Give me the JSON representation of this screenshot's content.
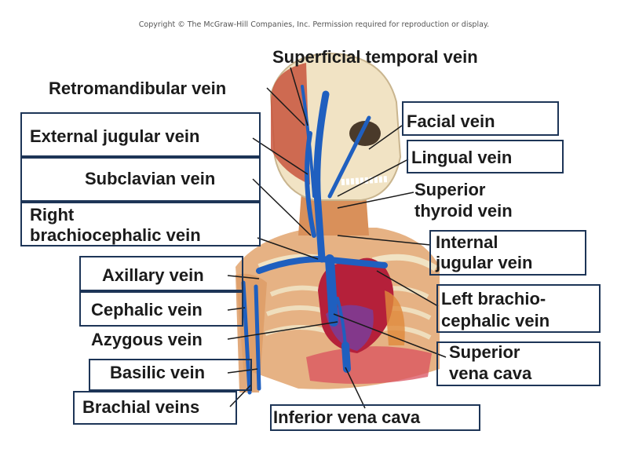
{
  "copyright": "Copyright © The McGraw-Hill Companies, Inc. Permission required for reproduction or display.",
  "colors": {
    "vein": "#1f5fbf",
    "box_border": "#1d3557",
    "heart": "#b5203a",
    "skin": "#e2a56e",
    "bone": "#f1e3c4"
  },
  "labels": {
    "superficial_temporal": "Superficial temporal vein",
    "retromandibular": "Retromandibular vein",
    "external_jugular": "External jugular vein",
    "subclavian": "Subclavian vein",
    "right_brachio_1": "Right",
    "right_brachio_2": "brachiocephalic vein",
    "axillary": "Axillary vein",
    "cephalic": "Cephalic vein",
    "azygous": "Azygous vein",
    "basilic": "Basilic vein",
    "brachial": "Brachial veins",
    "facial": "Facial vein",
    "lingual": "Lingual vein",
    "superior_thyroid_1": "Superior",
    "superior_thyroid_2": "thyroid vein",
    "internal_jugular_1": "Internal",
    "internal_jugular_2": "jugular vein",
    "left_brachio_1": "Left brachio-",
    "left_brachio_2": "cephalic vein",
    "svc_1": "Superior",
    "svc_2": "vena cava",
    "ivc": "Inferior vena cava"
  }
}
